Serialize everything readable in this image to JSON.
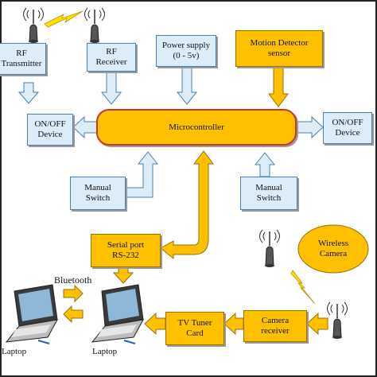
{
  "blocks": {
    "rf_transmitter": "RF\nTransmitter",
    "rf_receiver": "RF\nReceiver",
    "power_supply": "Power supply\n(0 - 5v)",
    "motion_detector": "Motion Detector\nsensor",
    "on_off_left": "ON/OFF\nDevice",
    "microcontroller": "Microcontroller",
    "on_off_right": "ON/OFF\nDevice",
    "manual_switch_left": "Manual\nSwitch",
    "manual_switch_right": "Manual\nSwitch",
    "serial_port": "Serial port\nRS-232",
    "wireless_camera": "Wireless\nCamera",
    "tv_tuner": "TV Tuner\nCard",
    "camera_receiver": "Camera\nreceiver"
  },
  "labels": {
    "bluetooth": "Bluetooth",
    "laptop_left": "Laptop",
    "laptop_right": "Laptop"
  },
  "colors": {
    "blue_fill": "#dcecf8",
    "blue_border": "#4a7fb0",
    "gold_fill": "#ffc000",
    "microcontroller_border": "#c0392b"
  },
  "icons": [
    "antenna-icon",
    "lightning-icon",
    "laptop-icon"
  ]
}
